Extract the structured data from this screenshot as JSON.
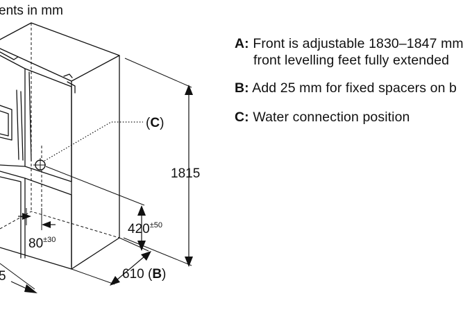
{
  "title_fragment": "ents in mm",
  "dimensions": {
    "height": "1815",
    "depth": "610",
    "depth_note": "B",
    "water_height": "420",
    "water_height_tol": "±50",
    "water_offset": "80",
    "water_offset_tol": "±30",
    "width_fragment": "5",
    "water_marker": "C"
  },
  "notes": [
    {
      "key": "A:",
      "line1": "Front is adjustable 1830–1847 mm",
      "line2": "front levelling feet fully extended"
    },
    {
      "key": "B:",
      "line1": "Add 25 mm for fixed spacers on b",
      "line2": ""
    },
    {
      "key": "C:",
      "line1": "Water connection position",
      "line2": ""
    }
  ]
}
